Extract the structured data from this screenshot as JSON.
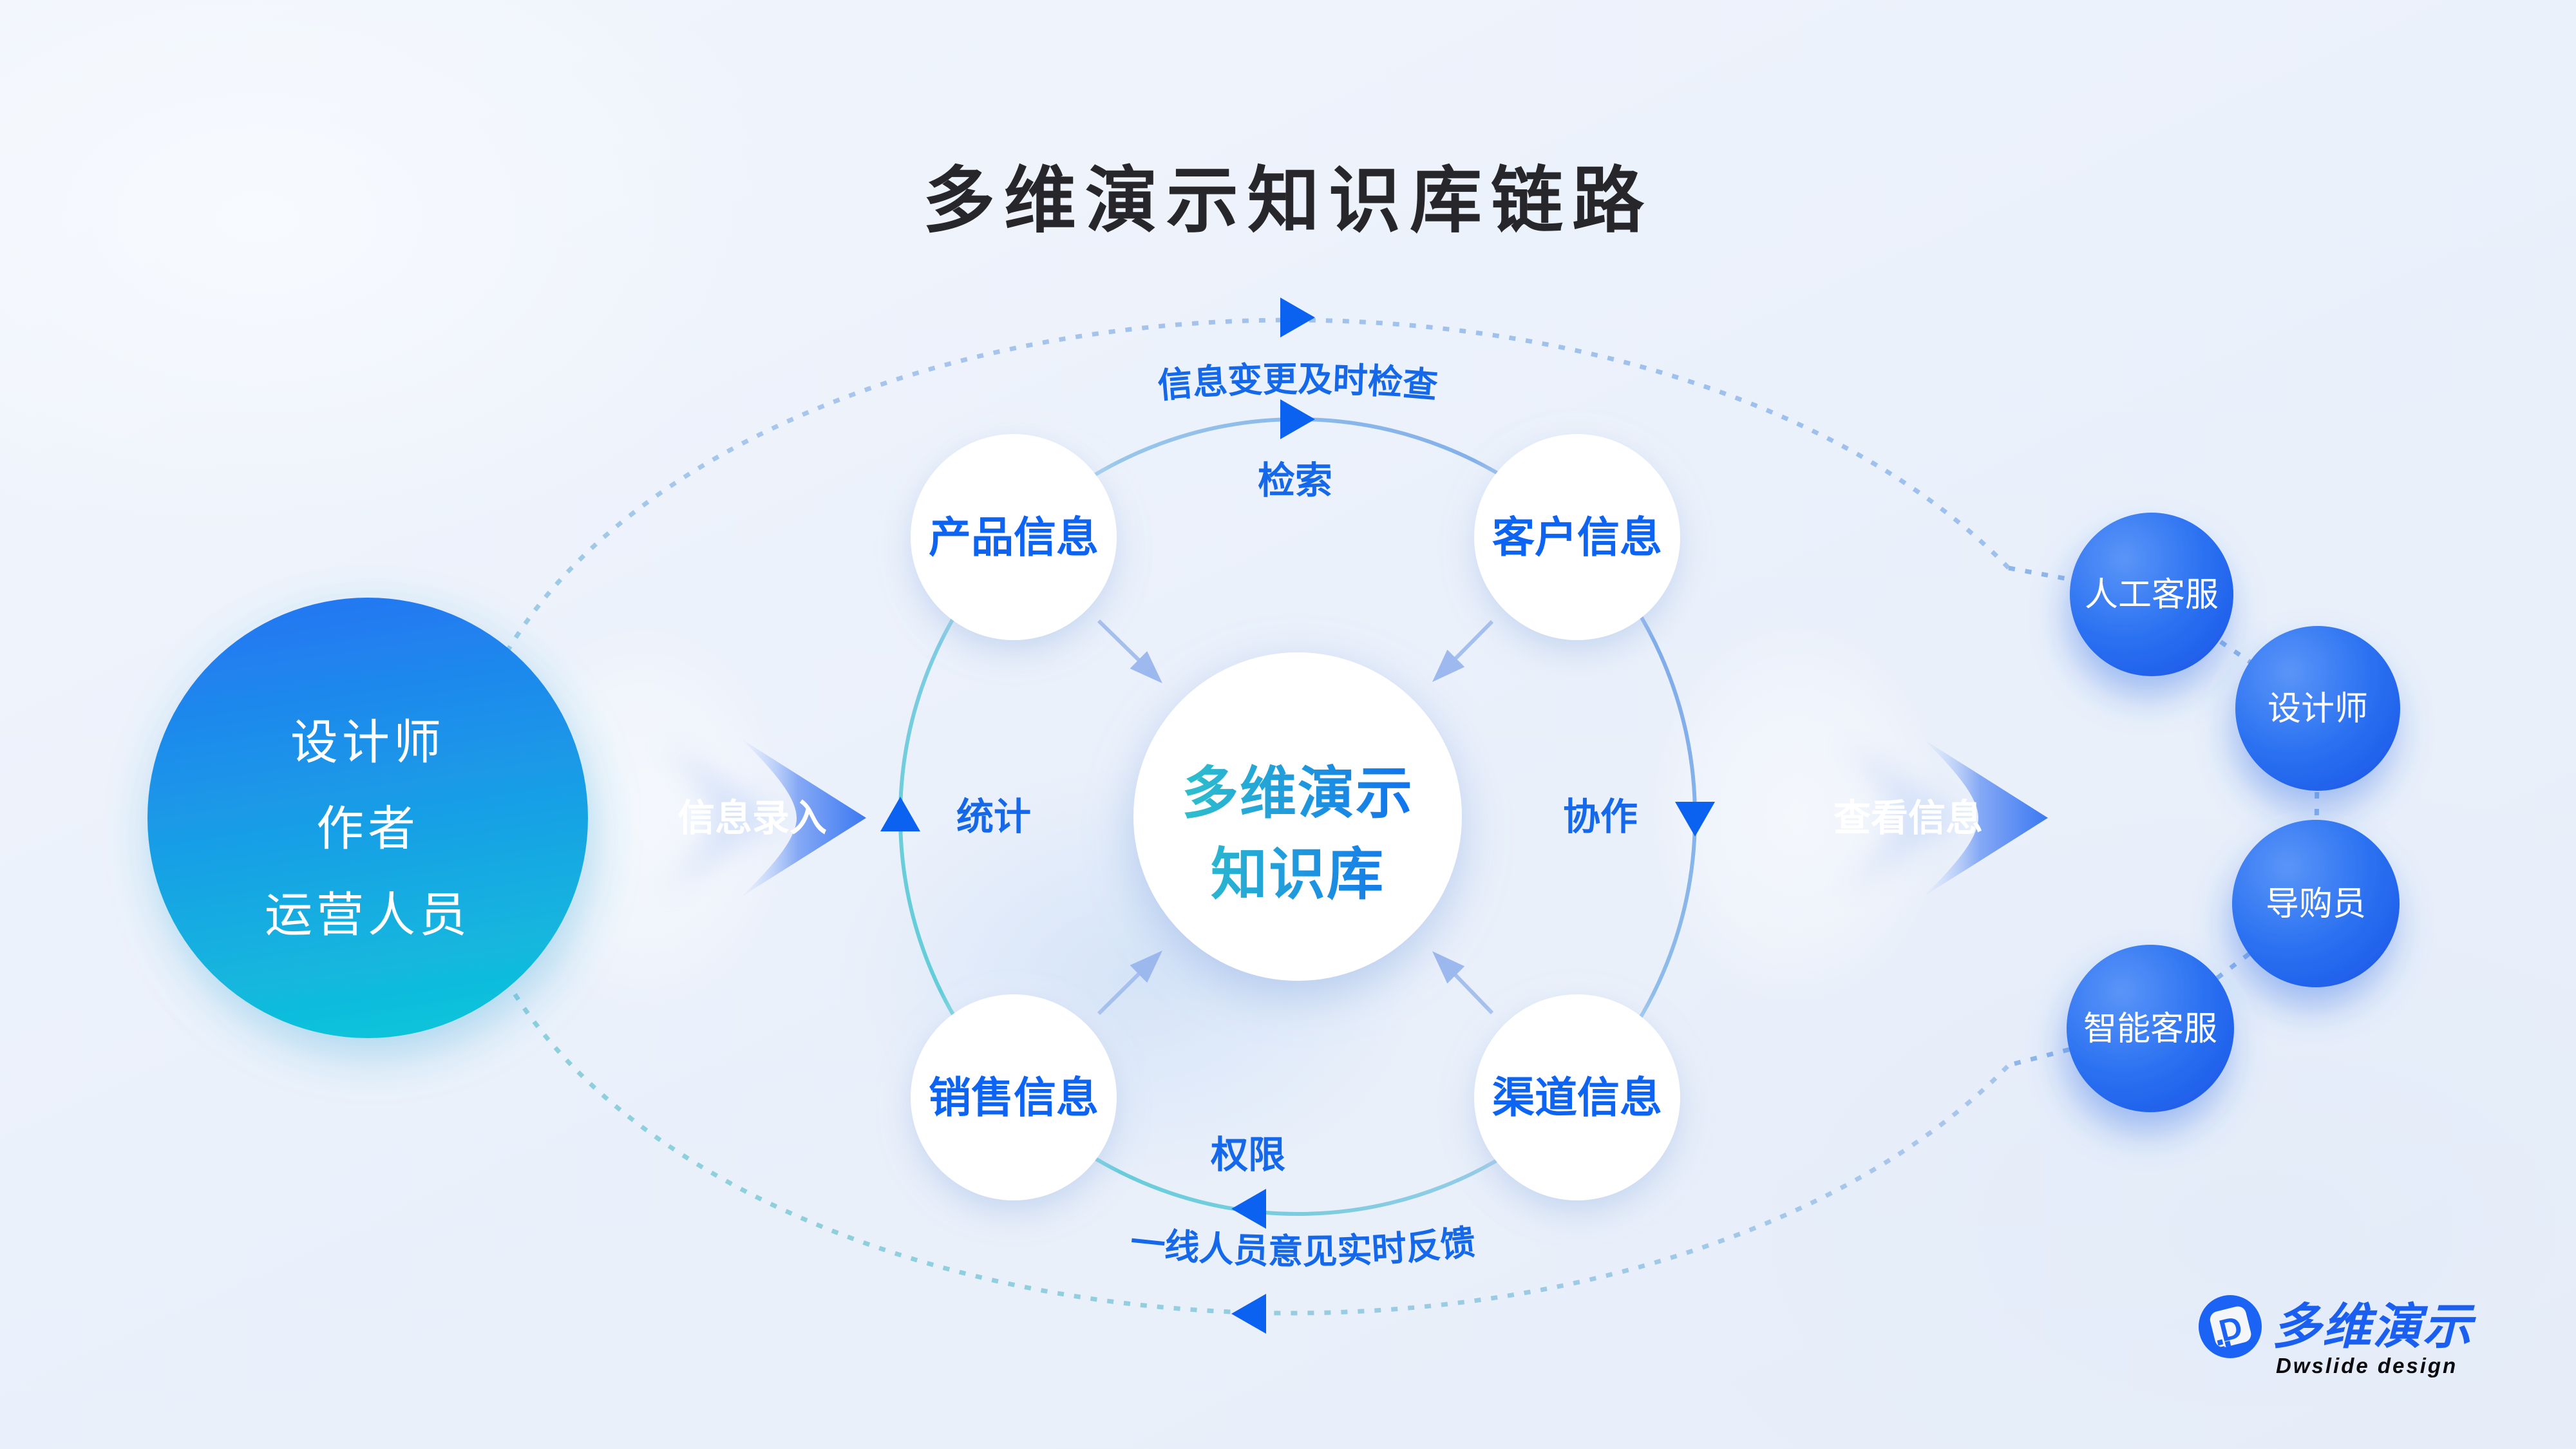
{
  "title": "多维演示知识库链路",
  "actors": [
    "设计师",
    "作者",
    "运营人员"
  ],
  "flow": {
    "input_label": "信息录入",
    "view_label": "查看信息"
  },
  "orbit": {
    "outer_top": "信息变更及时检查",
    "outer_bottom": "一线人员意见实时反馈",
    "inner_top": "检索",
    "inner_left": "统计",
    "inner_right": "协作",
    "inner_bottom": "权限"
  },
  "nodes": {
    "top_left": "产品信息",
    "top_right": "客户信息",
    "bottom_left": "销售信息",
    "bottom_right": "渠道信息"
  },
  "center": {
    "line1": "多维演示",
    "line2": "知识库"
  },
  "consumers": [
    "人工客服",
    "设计师",
    "导购员",
    "智能客服"
  ],
  "logo": {
    "monogram": "D",
    "brand": "多维演示",
    "tagline": "Dwslide design"
  },
  "colors": {
    "primary_blue": "#0b62f0",
    "label_blue": "#1568ea",
    "node_text": "#0d64f2",
    "title_dark": "#26262b",
    "actor_top": "#2377f2",
    "actor_bottom": "#0fc3da",
    "teal": "#2fc3ca",
    "white": "#ffffff",
    "logo_blue": "#1b5ff0",
    "tagline_dark": "#0c0c10"
  }
}
